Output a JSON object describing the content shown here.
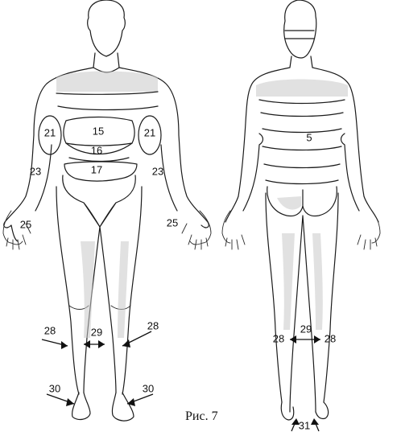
{
  "figure": {
    "caption": "Рис. 7",
    "front_labels": {
      "chest_center": "15",
      "right_arm_upper": "21",
      "left_arm_upper": "21",
      "waist": "16",
      "abdomen": "17",
      "right_arm_lower": "23",
      "left_arm_lower": "23",
      "right_hand": "25",
      "left_hand": "25",
      "right_shin": "28",
      "left_shin": "28",
      "inner_shins": "29",
      "right_foot": "30",
      "left_foot": "30"
    },
    "back_labels": {
      "back_center": "5",
      "right_shin": "28",
      "left_shin": "28",
      "inner_shins": "29",
      "heels": "31"
    }
  }
}
